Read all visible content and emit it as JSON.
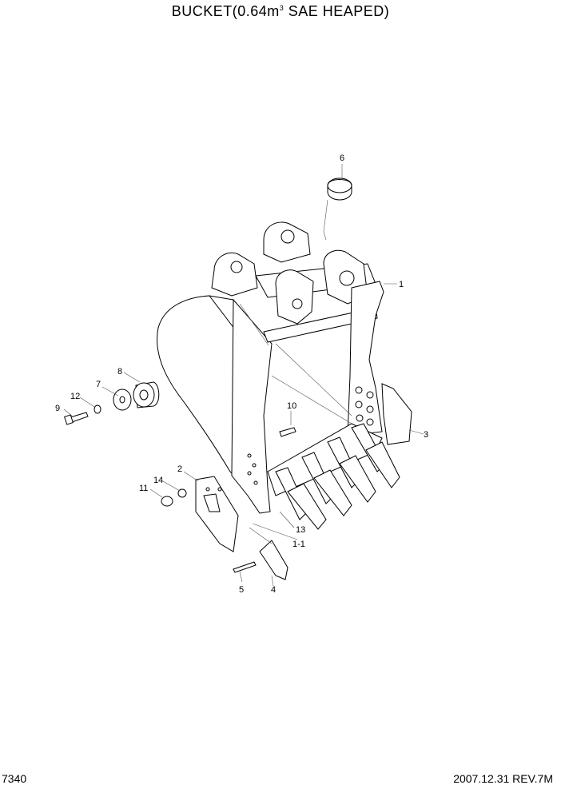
{
  "title": {
    "main": "BUCKET(0.64m",
    "sup": "3",
    "rest": " SAE HEAPED)"
  },
  "footer": {
    "page_code": "7340",
    "date_rev": "2007.12.31  REV.7M"
  },
  "callouts": {
    "p1": "1",
    "p1_1": "1-1",
    "p2": "2",
    "p3": "3",
    "p4": "4",
    "p5": "5",
    "p6": "6",
    "p7": "7",
    "p8": "8",
    "p9": "9",
    "p10": "10",
    "p11": "11",
    "p12": "12",
    "p13": "13",
    "p14": "14"
  }
}
